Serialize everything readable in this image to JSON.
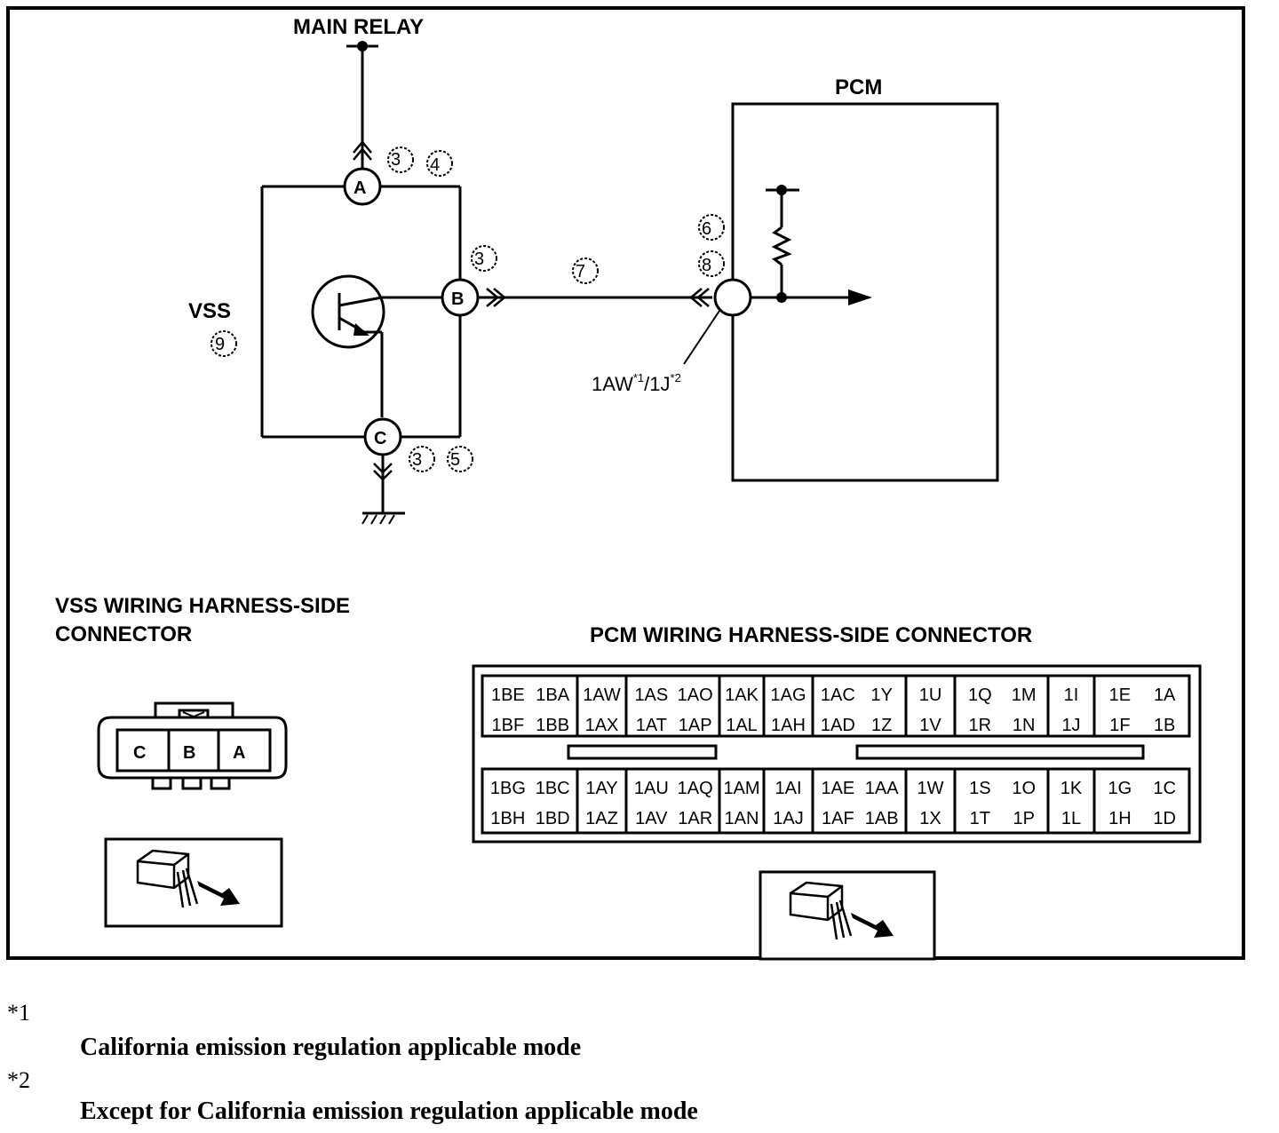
{
  "diagram": {
    "main_relay_label": "MAIN RELAY",
    "pcm_label": "PCM",
    "vss_label": "VSS",
    "vss_ref": "9",
    "terminal_a": "A",
    "terminal_b": "B",
    "terminal_c": "C",
    "ref_a1": "3",
    "ref_a2": "4",
    "ref_b": "3",
    "ref_c1": "3",
    "ref_c2": "5",
    "ref_wire": "7",
    "ref_pcm1": "6",
    "ref_pcm2": "8",
    "pcm_terminal_main": "1AW",
    "pcm_terminal_sup1": "*1",
    "pcm_terminal_sep": "/1J",
    "pcm_terminal_sup2": "*2"
  },
  "vss_connector": {
    "title_line1": "VSS WIRING HARNESS-SIDE",
    "title_line2": "CONNECTOR",
    "pins": [
      "C",
      "B",
      "A"
    ]
  },
  "pcm_connector": {
    "title": "PCM WIRING HARNESS-SIDE CONNECTOR",
    "upper": [
      {
        "top": [
          "1BE",
          "1BA"
        ],
        "bottom": [
          "1BF",
          "1BB"
        ]
      },
      {
        "top": [
          "1AW"
        ],
        "bottom": [
          "1AX"
        ]
      },
      {
        "top": [
          "1AS",
          "1AO"
        ],
        "bottom": [
          "1AT",
          "1AP"
        ]
      },
      {
        "top": [
          "1AK"
        ],
        "bottom": [
          "1AL"
        ]
      },
      {
        "top": [
          "1AG"
        ],
        "bottom": [
          "1AH"
        ]
      },
      {
        "top": [
          "1AC",
          "1Y"
        ],
        "bottom": [
          "1AD",
          "1Z"
        ]
      },
      {
        "top": [
          "1U"
        ],
        "bottom": [
          "1V"
        ]
      },
      {
        "top": [
          "1Q",
          "1M"
        ],
        "bottom": [
          "1R",
          "1N"
        ]
      },
      {
        "top": [
          "1I"
        ],
        "bottom": [
          "1J"
        ]
      },
      {
        "top": [
          "1E",
          "1A"
        ],
        "bottom": [
          "1F",
          "1B"
        ]
      }
    ],
    "lower": [
      {
        "top": [
          "1BG",
          "1BC"
        ],
        "bottom": [
          "1BH",
          "1BD"
        ]
      },
      {
        "top": [
          "1AY"
        ],
        "bottom": [
          "1AZ"
        ]
      },
      {
        "top": [
          "1AU",
          "1AQ"
        ],
        "bottom": [
          "1AV",
          "1AR"
        ]
      },
      {
        "top": [
          "1AM"
        ],
        "bottom": [
          "1AN"
        ]
      },
      {
        "top": [
          "1AI"
        ],
        "bottom": [
          "1AJ"
        ]
      },
      {
        "top": [
          "1AE",
          "1AA"
        ],
        "bottom": [
          "1AF",
          "1AB"
        ]
      },
      {
        "top": [
          "1W"
        ],
        "bottom": [
          "1X"
        ]
      },
      {
        "top": [
          "1S",
          "1O"
        ],
        "bottom": [
          "1T",
          "1P"
        ]
      },
      {
        "top": [
          "1K"
        ],
        "bottom": [
          "1L"
        ]
      },
      {
        "top": [
          "1G",
          "1C"
        ],
        "bottom": [
          "1H",
          "1D"
        ]
      }
    ]
  },
  "notes": [
    {
      "mark": "*1",
      "text": "California emission regulation applicable mode"
    },
    {
      "mark": "*2",
      "text": "Except for California emission regulation applicable mode"
    }
  ]
}
